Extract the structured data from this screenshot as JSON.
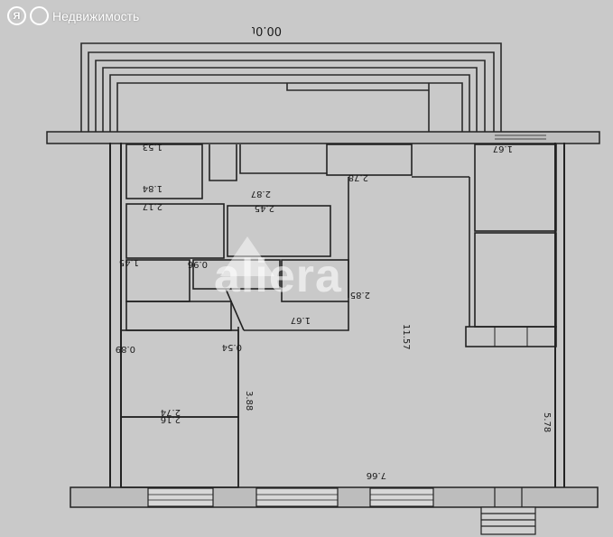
{
  "brand": {
    "logo_letter": "Я",
    "name": "Недвижимость"
  },
  "watermark": "aliera",
  "labels": {
    "top_dim": "00.0ι",
    "rooms": [
      {
        "t": "1.53",
        "rot": 180
      },
      {
        "t": "1.84",
        "rot": 180
      },
      {
        "t": "2.17",
        "rot": 180
      },
      {
        "t": "2.45",
        "rot": 180
      },
      {
        "t": "2.87",
        "rot": 180
      },
      {
        "t": "1.45",
        "rot": 180
      },
      {
        "t": "0.96",
        "rot": 180
      },
      {
        "t": "0.54",
        "rot": 180
      },
      {
        "t": "0.89",
        "rot": 180
      },
      {
        "t": "2.74",
        "rot": 180
      },
      {
        "t": "2.16",
        "rot": 180
      },
      {
        "t": "7.66",
        "rot": 180
      },
      {
        "t": "1.67",
        "rot": 180
      },
      {
        "t": "2.78",
        "rot": 180
      },
      {
        "t": "2.85",
        "rot": 180
      },
      {
        "t": "11.57",
        "rot": 90
      },
      {
        "t": "5.78",
        "rot": 90
      },
      {
        "t": "3.88",
        "rot": 90
      },
      {
        "t": "1.67",
        "rot": 180
      }
    ]
  }
}
